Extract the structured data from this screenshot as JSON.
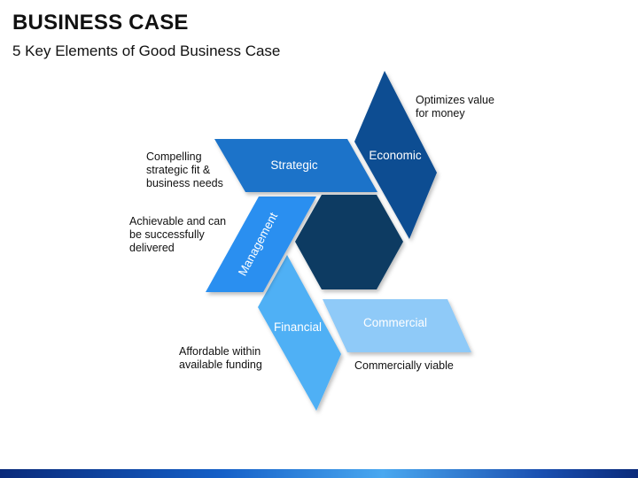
{
  "title": "BUSINESS CASE",
  "subtitle": "5 Key Elements of Good Business Case",
  "elements": {
    "strategic": {
      "label": "Strategic",
      "color": "#1a73c9",
      "note": "Compelling\nstrategic fit &\nbusiness needs"
    },
    "economic": {
      "label": "Economic",
      "color": "#0d4d92",
      "note": "Optimizes value\nfor money"
    },
    "management": {
      "label": "Management",
      "color": "#2a8ff0",
      "note": "Achievable and can\nbe successfully\ndelivered"
    },
    "financial": {
      "label": "Financial",
      "color": "#4fb0f5",
      "note": "Affordable within\navailable funding"
    },
    "commercial": {
      "label": "Commercial",
      "color": "#8fcaf8",
      "note": "Commercially viable"
    }
  },
  "center": {
    "color": "#083a62"
  }
}
